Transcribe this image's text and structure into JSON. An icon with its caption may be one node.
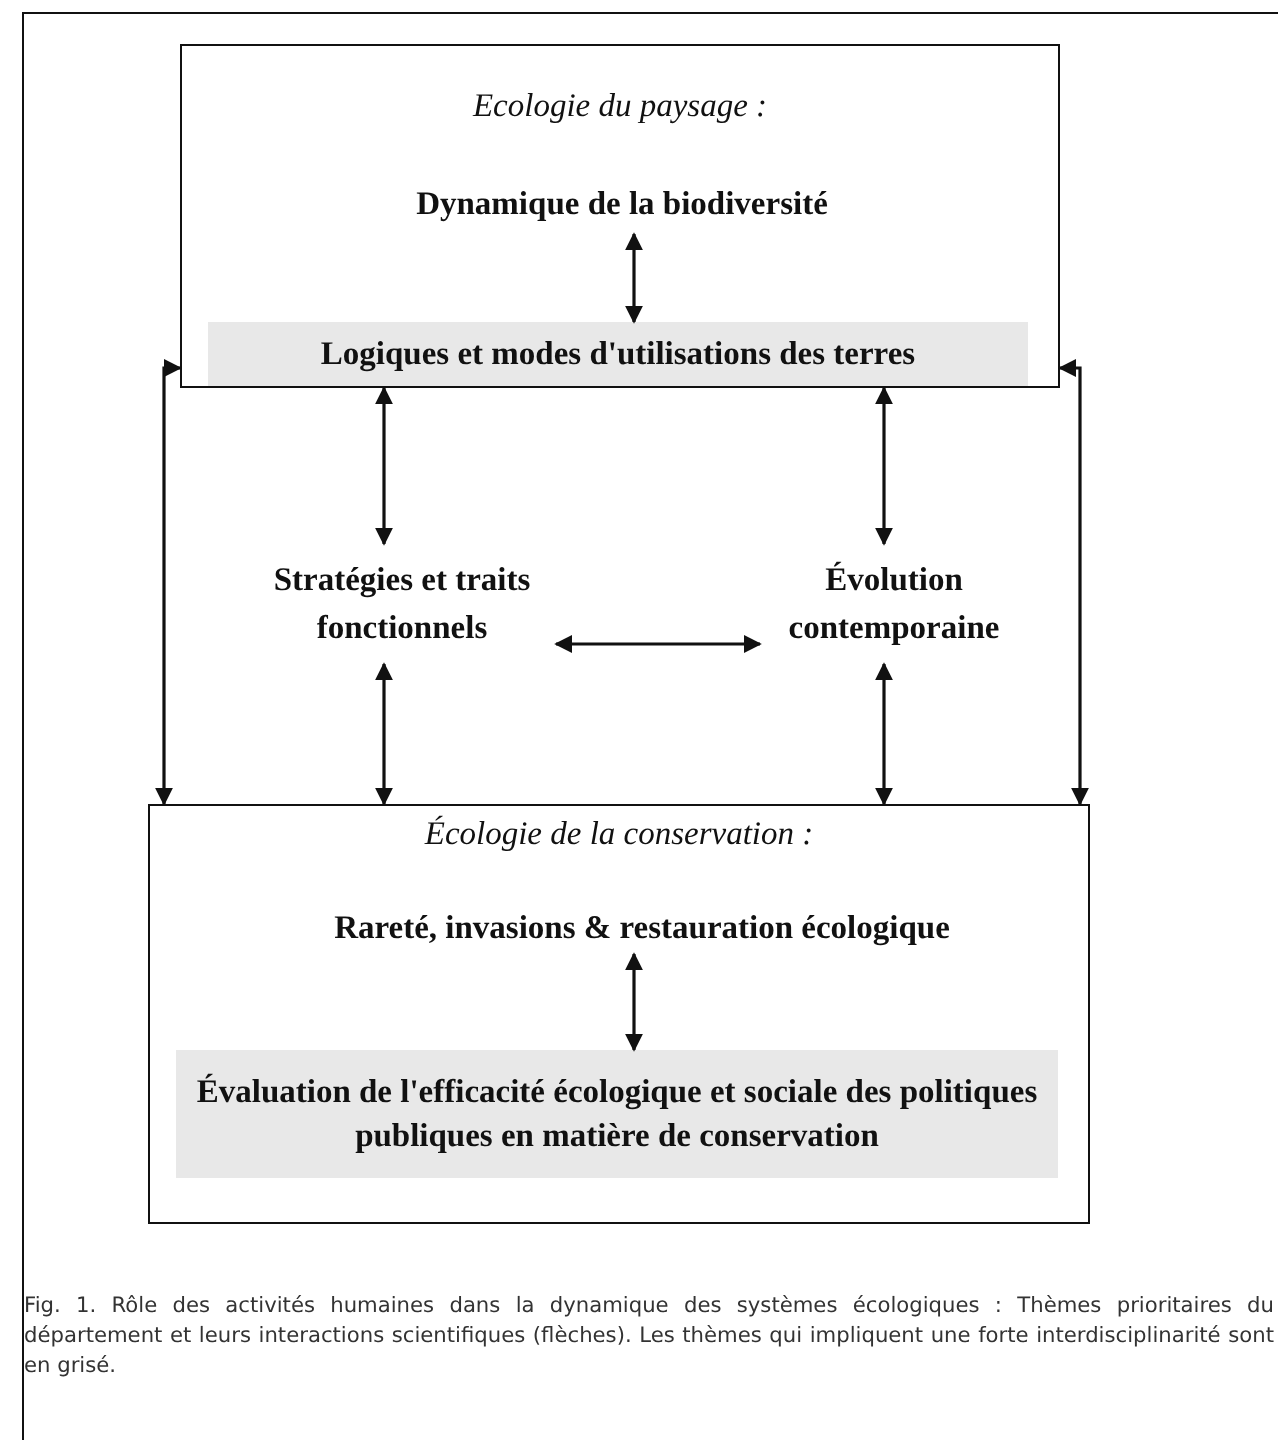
{
  "diagram": {
    "caption": "Fig. 1. Rôle des activités humaines dans la dynamique des systèmes écologiques : Thèmes prioritaires du département et leurs interactions scientifiques (flèches). Les thèmes qui impliquent une forte interdisciplinarité sont en grisé.",
    "nodes": [
      {
        "text": [
          "Ecologie du  paysage :"
        ]
      },
      {
        "text": [
          "Dynamique de la biodiversité"
        ],
        "in": 0
      },
      {
        "text": [
          "Logiques et modes d'utilisations des terres"
        ],
        "in": 0
      },
      {
        "text": [
          "Stratégies et traits fonctionnels"
        ]
      },
      {
        "text": [
          "Évolution contemporaine"
        ]
      },
      {
        "text": [
          "Écologie de la conservation :"
        ]
      },
      {
        "text": [
          "Rareté, invasions & restauration écologique"
        ],
        "in": 5
      },
      {
        "text": [
          "Évaluation de l'efficacité écologique et sociale des politiques publiques en matière de conservation"
        ],
        "in": 5
      }
    ],
    "edges": [
      {
        "from": 1,
        "to": 2,
        "arrow": "both"
      },
      {
        "from": 0,
        "to": 3,
        "arrow": "both"
      },
      {
        "from": 0,
        "to": 4,
        "arrow": "both"
      },
      {
        "from": 3,
        "to": 4,
        "arrow": "both"
      },
      {
        "from": 3,
        "to": 5,
        "arrow": "both"
      },
      {
        "from": 4,
        "to": 5,
        "arrow": "both"
      },
      {
        "from": 0,
        "to": 5,
        "arrow": "both"
      },
      {
        "from": 0,
        "to": 5,
        "arrow": "both"
      },
      {
        "from": 6,
        "to": 7,
        "arrow": "both"
      }
    ]
  }
}
